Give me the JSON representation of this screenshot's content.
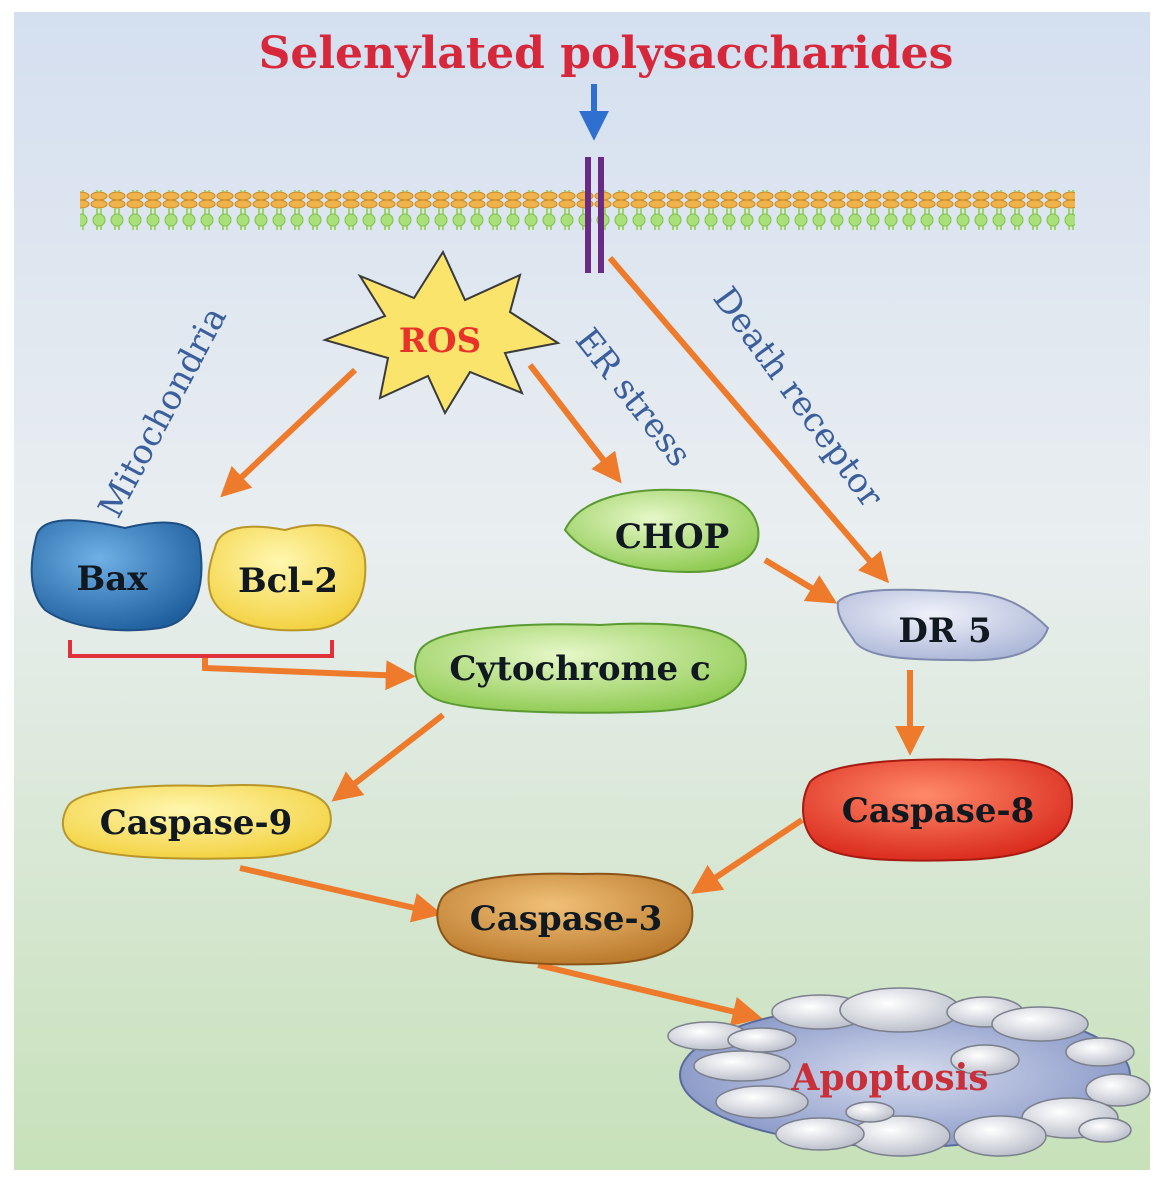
{
  "title": "Selenylated polysaccharides",
  "pathways": {
    "mitochondria": "Mitochondria",
    "er_stress": "ER stress",
    "death_receptor": "Death receptor"
  },
  "nodes": {
    "ros": "ROS",
    "bax": "Bax",
    "bcl2": "Bcl-2",
    "chop": "CHOP",
    "dr5": "DR 5",
    "cytochrome_c": "Cytochrome c",
    "caspase9": "Caspase-9",
    "caspase8": "Caspase-8",
    "caspase3": "Caspase-3",
    "apoptosis": "Apoptosis"
  },
  "colors": {
    "title": "#d6283a",
    "pathway_label": "#3b5e9c",
    "arrow": "#ee7a2c",
    "stimulus_arrow": "#2f6fcf",
    "inhibition": "#e0303a",
    "ros_text": "#e8332a",
    "apoptosis_text": "#c8303a"
  }
}
